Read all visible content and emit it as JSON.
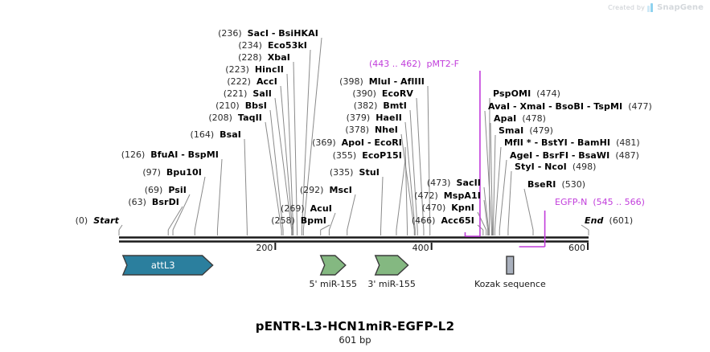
{
  "watermark": {
    "created_by": "Created by",
    "brand": "SnapGene",
    "logo_icon": "snapgene-logo-icon"
  },
  "title": "pENTR-L3-HCN1miR-EGFP-L2",
  "length_label": "601 bp",
  "colors": {
    "backbone": "#1a1a1a",
    "leader": "#8a8a8a",
    "primer_purple": "#c13ddb",
    "attl3_fill": "#2b7f9e",
    "mir_fill": "#84b881",
    "kozak_fill": "#a9b0bd",
    "feature_stroke": "#3b3b3b",
    "watermark_text": "#d4d8dc"
  },
  "sequence": {
    "start": 0,
    "end": 601
  },
  "ruler": {
    "ticks": [
      {
        "label": "200",
        "value": 200
      },
      {
        "label": "400",
        "value": 400
      },
      {
        "label": "600",
        "value": 600
      }
    ]
  },
  "terminals": [
    {
      "pos": "(0)",
      "name": "Start",
      "site": 0
    },
    {
      "pos": "(601)",
      "name": "End",
      "site": 601
    }
  ],
  "enzymes": [
    {
      "pos": "(236)",
      "names": [
        "SacI",
        "BsiHKAI"
      ],
      "site": 236,
      "pos_side": "left"
    },
    {
      "pos": "(234)",
      "names": [
        "Eco53kI"
      ],
      "site": 234,
      "pos_side": "left"
    },
    {
      "pos": "(228)",
      "names": [
        "XbaI"
      ],
      "site": 228,
      "pos_side": "left"
    },
    {
      "pos": "(223)",
      "names": [
        "HincII"
      ],
      "site": 223,
      "pos_side": "left"
    },
    {
      "pos": "(222)",
      "names": [
        "AccI"
      ],
      "site": 222,
      "pos_side": "left"
    },
    {
      "pos": "(221)",
      "names": [
        "SalI"
      ],
      "site": 221,
      "pos_side": "left"
    },
    {
      "pos": "(210)",
      "names": [
        "BbsI"
      ],
      "site": 210,
      "pos_side": "left"
    },
    {
      "pos": "(208)",
      "names": [
        "TaqII"
      ],
      "site": 208,
      "pos_side": "left"
    },
    {
      "pos": "(164)",
      "names": [
        "BsaI"
      ],
      "site": 164,
      "pos_side": "left"
    },
    {
      "pos": "(126)",
      "names": [
        "BfuAI",
        "BspMI"
      ],
      "site": 126,
      "pos_side": "left"
    },
    {
      "pos": "(97)",
      "names": [
        "Bpu10I"
      ],
      "site": 97,
      "pos_side": "left"
    },
    {
      "pos": "(69)",
      "names": [
        "PsiI"
      ],
      "site": 69,
      "pos_side": "left"
    },
    {
      "pos": "(63)",
      "names": [
        "BsrDI"
      ],
      "site": 63,
      "pos_side": "left"
    },
    {
      "pos": "(398)",
      "names": [
        "MluI",
        "AflIII"
      ],
      "site": 398,
      "pos_side": "left"
    },
    {
      "pos": "(390)",
      "names": [
        "EcoRV"
      ],
      "site": 390,
      "pos_side": "left"
    },
    {
      "pos": "(382)",
      "names": [
        "BmtI"
      ],
      "site": 382,
      "pos_side": "left"
    },
    {
      "pos": "(379)",
      "names": [
        "HaeII"
      ],
      "site": 379,
      "pos_side": "left"
    },
    {
      "pos": "(378)",
      "names": [
        "NheI"
      ],
      "site": 378,
      "pos_side": "left"
    },
    {
      "pos": "(369)",
      "names": [
        "ApoI",
        "EcoRI"
      ],
      "site": 369,
      "pos_side": "left"
    },
    {
      "pos": "(355)",
      "names": [
        "EcoP15I"
      ],
      "site": 355,
      "pos_side": "left"
    },
    {
      "pos": "(335)",
      "names": [
        "StuI"
      ],
      "site": 335,
      "pos_side": "left"
    },
    {
      "pos": "(292)",
      "names": [
        "MscI"
      ],
      "site": 292,
      "pos_side": "left"
    },
    {
      "pos": "(269)",
      "names": [
        "AcuI"
      ],
      "site": 269,
      "pos_side": "left"
    },
    {
      "pos": "(258)",
      "names": [
        "BpmI"
      ],
      "site": 258,
      "pos_side": "left"
    },
    {
      "pos": "(473)",
      "names": [
        "SacII"
      ],
      "site": 473,
      "pos_side": "left"
    },
    {
      "pos": "(472)",
      "names": [
        "MspA1I"
      ],
      "site": 472,
      "pos_side": "left"
    },
    {
      "pos": "(470)",
      "names": [
        "KpnI"
      ],
      "site": 470,
      "pos_side": "left"
    },
    {
      "pos": "(466)",
      "names": [
        "Acc65I"
      ],
      "site": 466,
      "pos_side": "left"
    },
    {
      "pos": "(474)",
      "names": [
        "PspOMI"
      ],
      "site": 474,
      "pos_side": "right"
    },
    {
      "pos": "(477)",
      "names": [
        "AvaI",
        "XmaI",
        "BsoBI",
        "TspMI"
      ],
      "site": 477,
      "pos_side": "right"
    },
    {
      "pos": "(478)",
      "names": [
        "ApaI"
      ],
      "site": 478,
      "pos_side": "right"
    },
    {
      "pos": "(479)",
      "names": [
        "SmaI"
      ],
      "site": 479,
      "pos_side": "right"
    },
    {
      "pos": "(481)",
      "names": [
        "MflI *",
        "BstYI",
        "BamHI"
      ],
      "site": 481,
      "pos_side": "right"
    },
    {
      "pos": "(487)",
      "names": [
        "AgeI",
        "BsrFI",
        "BsaWI"
      ],
      "site": 487,
      "pos_side": "right"
    },
    {
      "pos": "(498)",
      "names": [
        "StyI",
        "NcoI"
      ],
      "site": 498,
      "pos_side": "right"
    },
    {
      "pos": "(530)",
      "names": [
        "BseRI"
      ],
      "site": 530,
      "pos_side": "right"
    }
  ],
  "primers": [
    {
      "range": "(443 .. 462)",
      "name": "pMT2-F",
      "start": 443,
      "end": 462,
      "label_order": "range-first"
    },
    {
      "range": "(545 .. 566)",
      "name": "EGFP-N",
      "start": 545,
      "end": 566,
      "label_order": "name-first"
    }
  ],
  "features": [
    {
      "name": "attL3",
      "start": 5,
      "end": 120,
      "fill": "#2b7f9e",
      "label_inside": true,
      "direction": "right"
    },
    {
      "name": "5' miR-155",
      "start": 258,
      "end": 290,
      "fill": "#84b881",
      "label_inside": false,
      "direction": "right"
    },
    {
      "name": "3' miR-155",
      "start": 328,
      "end": 370,
      "fill": "#84b881",
      "label_inside": false,
      "direction": "right"
    },
    {
      "name": "Kozak sequence",
      "start": 496,
      "end": 505,
      "fill": "#a9b0bd",
      "label_inside": false,
      "direction": "none"
    }
  ]
}
